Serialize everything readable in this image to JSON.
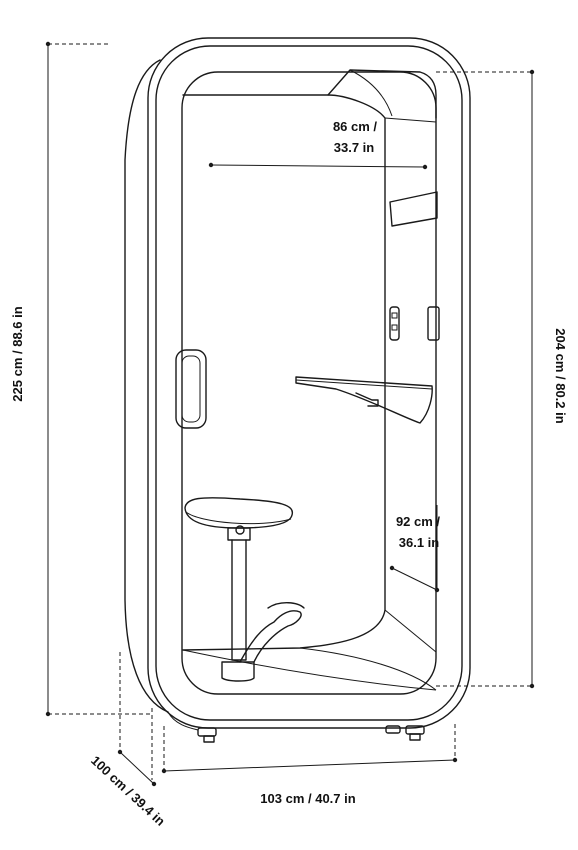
{
  "dimensions": {
    "total_height": "225 cm / 88.6 in",
    "interior_height": "204  cm  /  80.2 in",
    "interior_width_line1": "86 cm /",
    "interior_width_line2": "33.7 in",
    "table_height_line1": "92 cm /",
    "table_height_line2": "36.1 in",
    "depth": "100 cm / 39.4 in",
    "width": "103 cm / 40.7 in"
  }
}
